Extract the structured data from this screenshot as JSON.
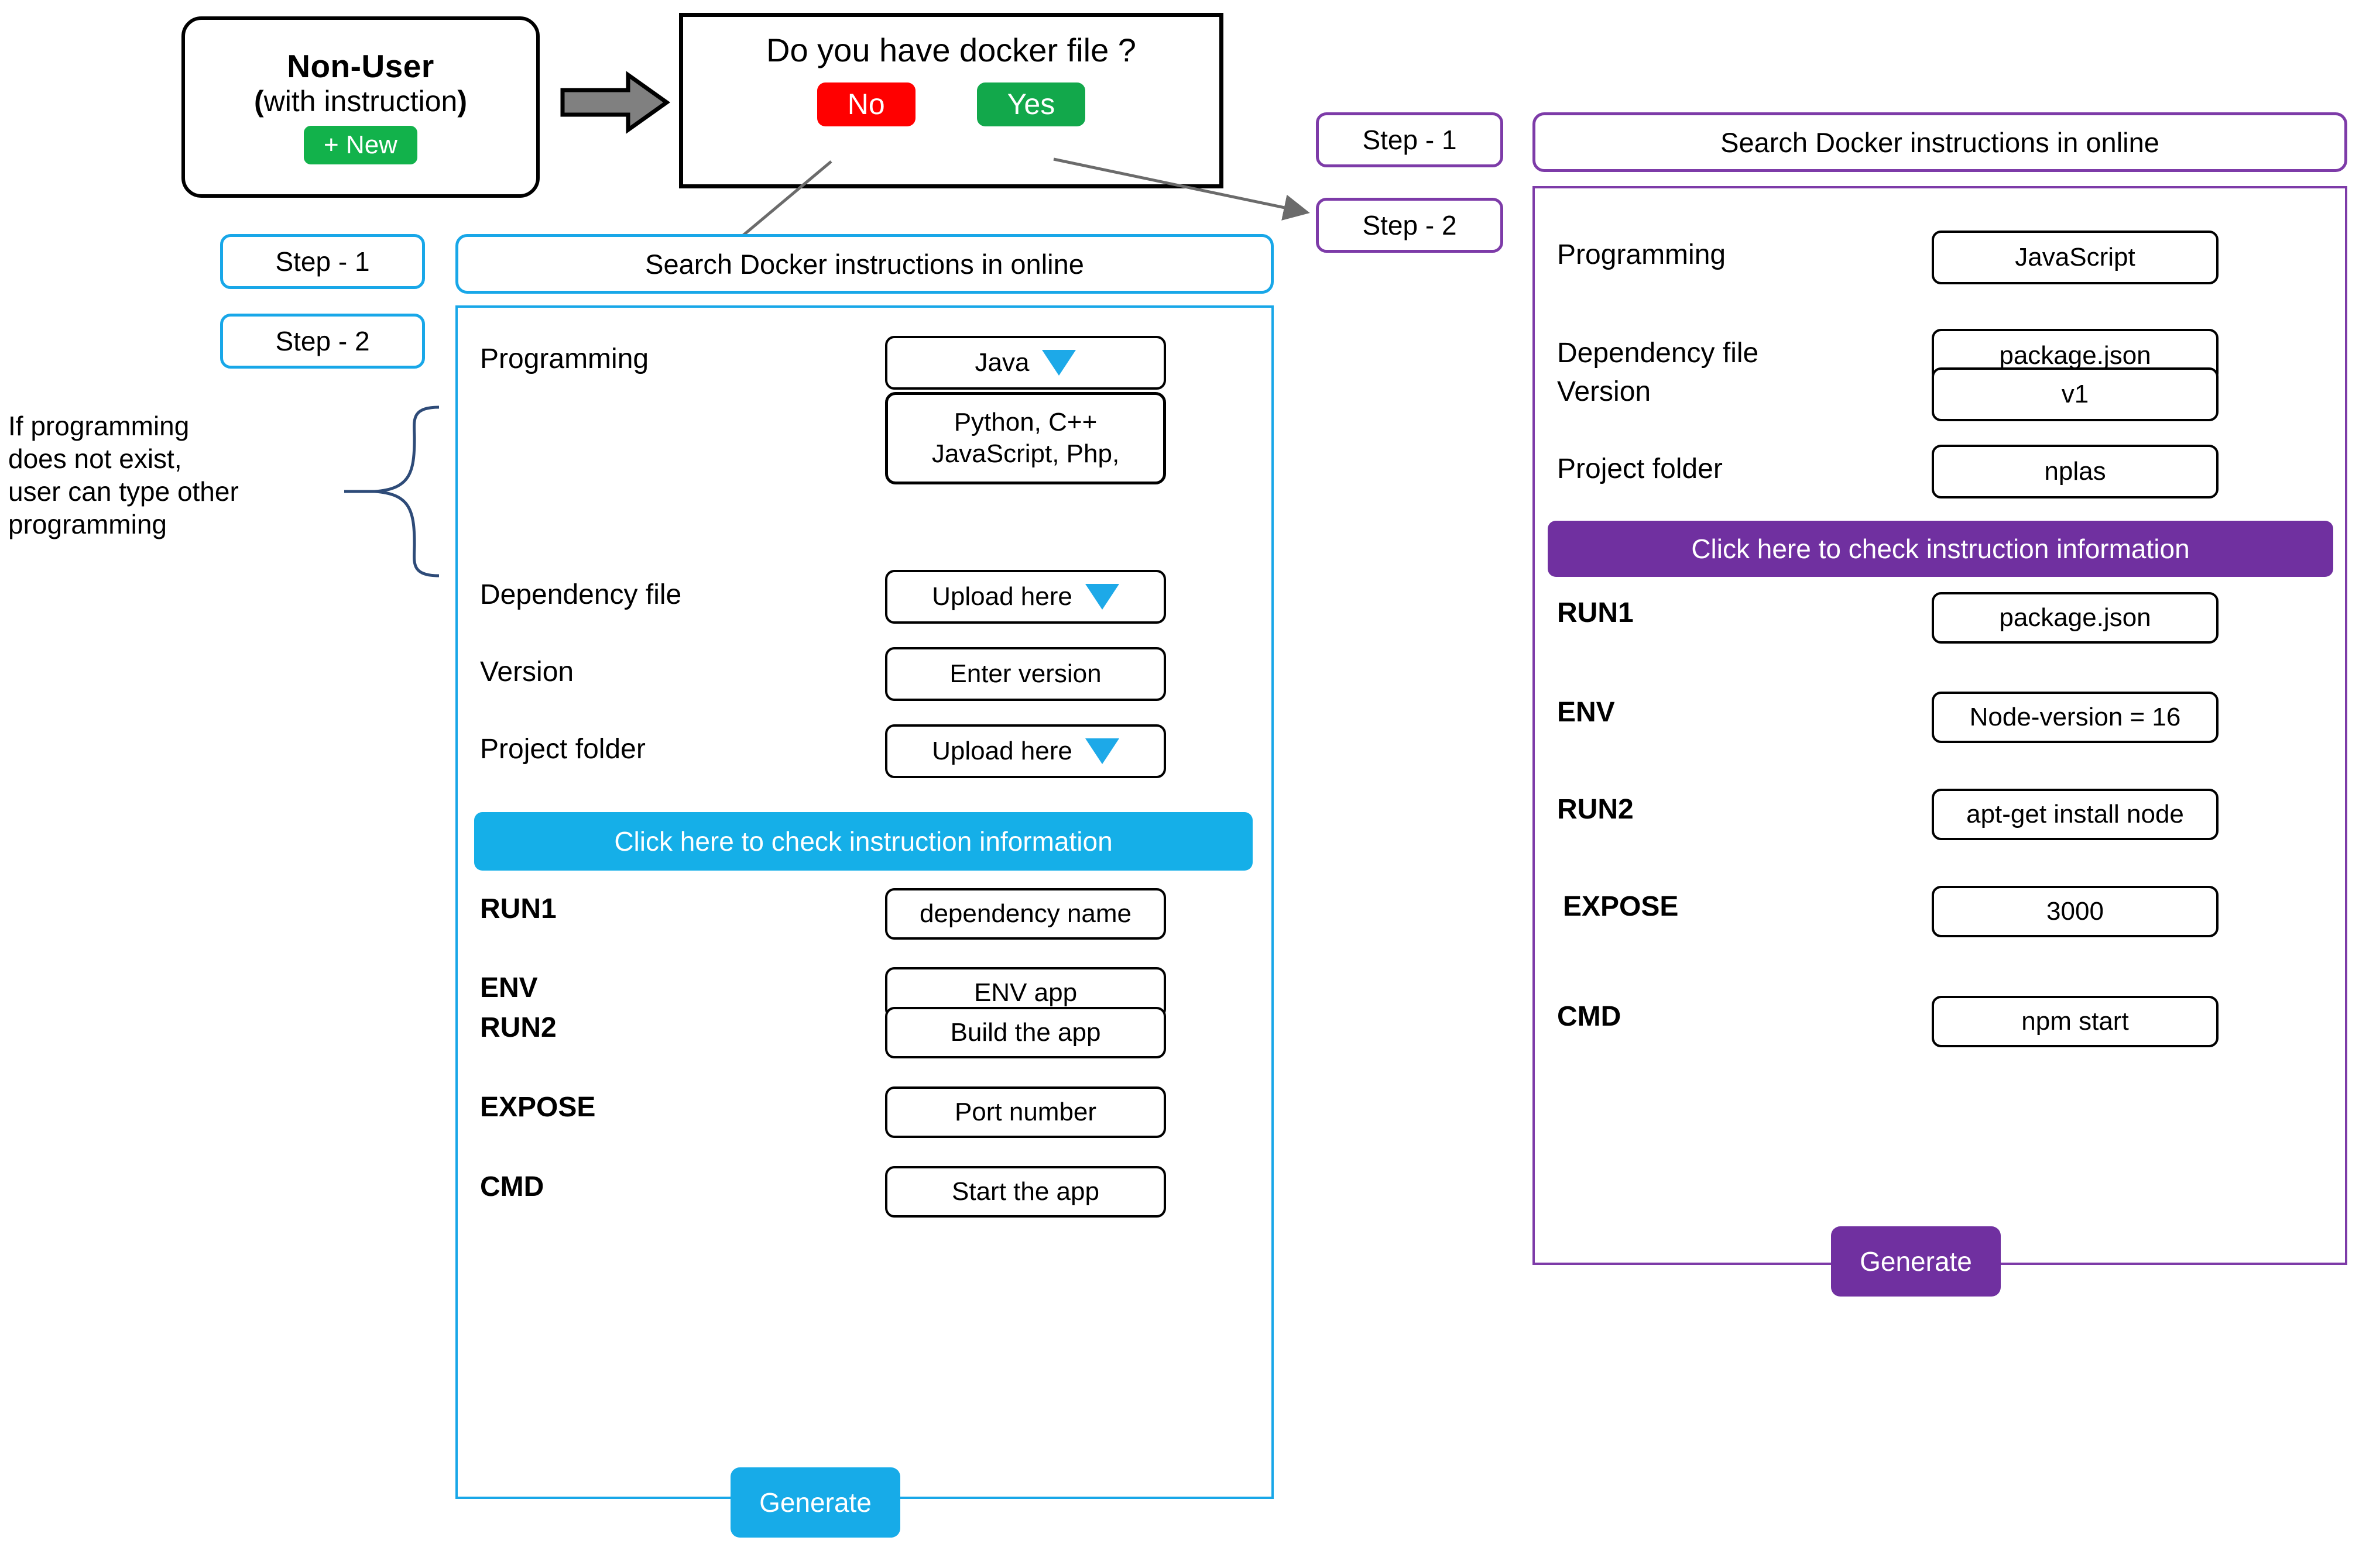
{
  "nonuser": {
    "title": "Non-User",
    "subtitle_open": "(",
    "subtitle_text": "with instruction",
    "subtitle_close": ")",
    "new_button": "+ New"
  },
  "docker_question": {
    "question": "Do you have docker file ?",
    "no_label": "No",
    "yes_label": "Yes",
    "no_color": "#FF0000",
    "yes_color": "#12A84B"
  },
  "annotation": {
    "line1": "If programming",
    "line2": "does not exist,",
    "line3": " user can type other",
    "line4": "programming"
  },
  "left_flow": {
    "accent": "#18A7E8",
    "step1": "Step - 1",
    "step2": "Step - 2",
    "header": "Search Docker instructions in online",
    "cta": "Click here to check instruction information",
    "generate": "Generate",
    "fields": [
      {
        "label": "Programming",
        "value": "Java",
        "caret": true
      },
      {
        "label": "Dependency file",
        "value": "Upload here",
        "caret": true
      },
      {
        "label": "Version",
        "value": "Enter version",
        "caret": false
      },
      {
        "label": "Project folder",
        "value": "Upload here",
        "caret": true
      }
    ],
    "dropdown_options": [
      "Python, C++",
      "JavaScript, Php,"
    ],
    "instructions": [
      {
        "label": "RUN1",
        "value": "dependency  name"
      },
      {
        "label": "ENV",
        "value": "ENV app"
      },
      {
        "label": "RUN2",
        "value": "Build the app"
      },
      {
        "label": "EXPOSE",
        "value": "Port number"
      },
      {
        "label": "CMD",
        "value": "Start the app"
      }
    ]
  },
  "right_flow": {
    "accent": "#7D3BA8",
    "step1": "Step - 1",
    "step2": "Step - 2",
    "header": "Search Docker instructions in online",
    "cta": "Click here to check instruction information",
    "generate": "Generate",
    "fields": [
      {
        "label": "Programming",
        "value": "JavaScript"
      },
      {
        "label": "Dependency file",
        "value": "package.json"
      },
      {
        "label": "Version",
        "value": "v1"
      },
      {
        "label": "Project folder",
        "value": "nplas"
      }
    ],
    "instructions": [
      {
        "label": "RUN1",
        "value": "package.json"
      },
      {
        "label": "ENV",
        "value": "Node-version = 16"
      },
      {
        "label": "RUN2",
        "value": "apt-get install node"
      },
      {
        "label": "EXPOSE",
        "value": "3000"
      },
      {
        "label": "CMD",
        "value": "npm start"
      }
    ]
  }
}
